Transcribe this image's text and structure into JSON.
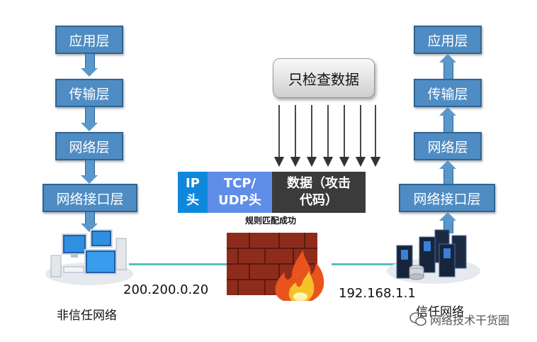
{
  "left_stack": {
    "layers": [
      "应用层",
      "传输层",
      "网络层",
      "网络接口层"
    ]
  },
  "right_stack": {
    "layers": [
      "应用层",
      "传输层",
      "网络层",
      "网络接口层"
    ]
  },
  "inspect_box": {
    "label": "只检查数据"
  },
  "packet": {
    "ip_header": [
      "IP",
      "头"
    ],
    "tcp_header": [
      "TCP/",
      "UDP头"
    ],
    "data": [
      "数据（攻击",
      "代码）"
    ]
  },
  "rule_match": "规则匹配成功",
  "left_ip": "200.200.0.20",
  "right_ip": "192.168.1.1",
  "left_network": "非信任网络",
  "right_network": "信任网络",
  "watermark": "网络技术干货圈",
  "colors": {
    "layer_blue": "#4f8cc3",
    "ip_header": "#0f88dc",
    "tcp_header": "#5f8ee8",
    "data": "#3b3b3b",
    "link_line": "#56c0c6"
  }
}
